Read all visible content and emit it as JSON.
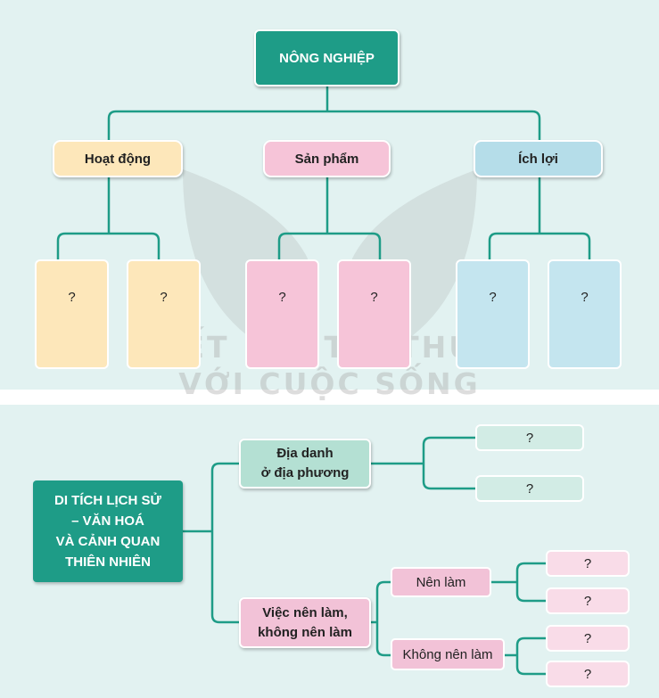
{
  "top_diagram": {
    "root": "NÔNG NGHIỆP",
    "categories": [
      {
        "label": "Hoạt động",
        "color": "#fde7ba",
        "children": [
          "?",
          "?"
        ]
      },
      {
        "label": "Sản phẩm",
        "color": "#f6c4d8",
        "children": [
          "?",
          "?"
        ]
      },
      {
        "label": "Ích lợi",
        "color": "#b5dde9",
        "children": [
          "?",
          "?"
        ]
      }
    ]
  },
  "watermark": {
    "line1": "KẾT NỐI TRI THỨC",
    "line2": "VỚI CUỘC SỐNG"
  },
  "bottom_diagram": {
    "root_lines": [
      "DI TÍCH LỊCH SỬ",
      "– VĂN HOÁ",
      "VÀ CẢNH QUAN",
      "THIÊN NHIÊN"
    ],
    "branch_place": {
      "lines": [
        "Địa danh",
        "ở địa phương"
      ],
      "children": [
        "?",
        "?"
      ]
    },
    "branch_actions": {
      "lines": [
        "Việc nên làm,",
        "không nên làm"
      ],
      "should": {
        "label": "Nên làm",
        "children": [
          "?",
          "?"
        ]
      },
      "should_not": {
        "label": "Không nên làm",
        "children": [
          "?",
          "?"
        ]
      }
    }
  },
  "colors": {
    "background": "#e2f2f1",
    "connector": "#1e9c87",
    "root": "#1e9c87"
  }
}
